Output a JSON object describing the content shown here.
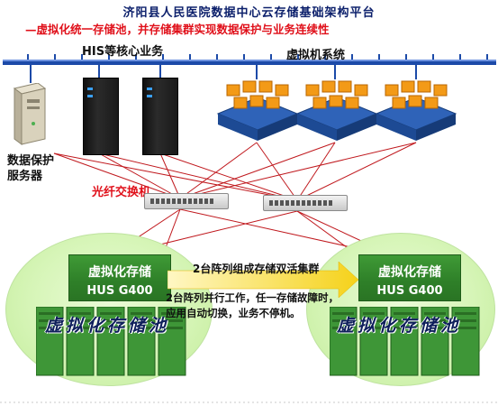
{
  "title": "济阳县人民医院数据中心云存储基础架构平台",
  "subtitle": "—虚拟化统一存储池，并存储集群实现数据保护与业务连续性",
  "labels": {
    "his": "HIS等核心业务",
    "vm": "虚拟机系统",
    "backup_line1": "数据保护",
    "backup_line2": "服务器",
    "fiber": "光纤交换机"
  },
  "storage": {
    "left": {
      "line1": "虚拟化存储",
      "line2": "HUS G400"
    },
    "right": {
      "line1": "虚拟化存储",
      "line2": "HUS G400"
    }
  },
  "pools": {
    "left": "虚拟化存储池",
    "right": "虚拟化存储池"
  },
  "cluster_label": "2台阵列组成存储双活集群",
  "cluster_desc_line1": "2台阵列并行工作，任一存储故障时，",
  "cluster_desc_line2": "应用自动切换，业务不停机。",
  "colors": {
    "title": "#0b1f6b",
    "subtitle": "#e0101a",
    "fiber_lines": "#c0191e",
    "network_bar": "#1c4aa8",
    "pool_fill": "#d6f5b7",
    "storage_green": "#2e7f28",
    "arrow_yellow": "#f5d21a"
  }
}
